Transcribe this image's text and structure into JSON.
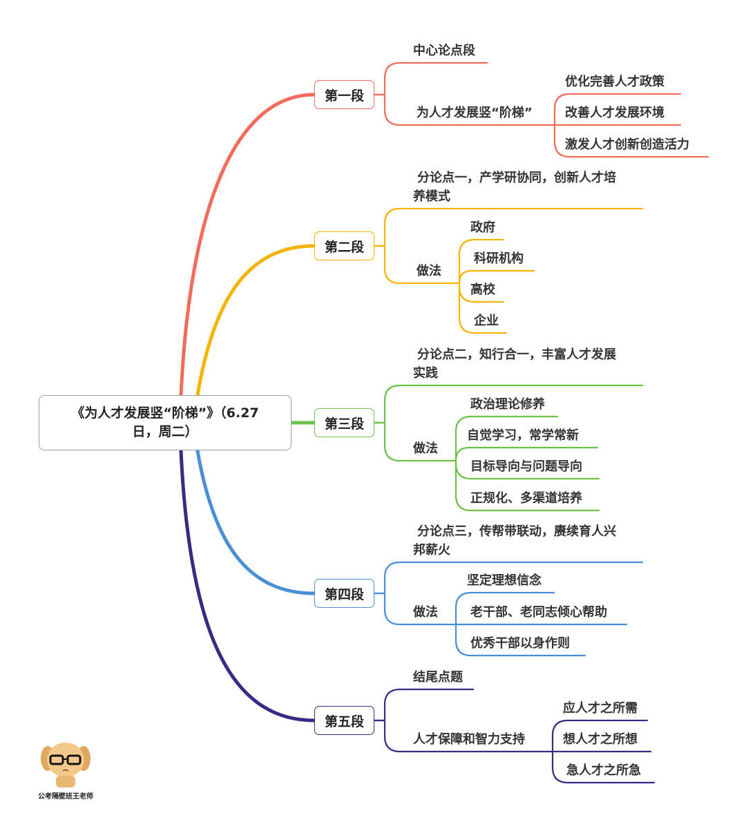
{
  "root": {
    "title": "《为人才发展竖“阶梯”》（6.27日，周二）"
  },
  "colors": {
    "p1": "#F26B5B",
    "p2": "#F5B400",
    "p3": "#6DC04B",
    "p4": "#4A8ED6",
    "p5": "#3B2A85"
  },
  "branches": [
    {
      "label": "第一段",
      "children": [
        {
          "label": "中心论点段"
        },
        {
          "label": "为人才发展竖“阶梯”",
          "children": [
            {
              "label": "优化完善人才政策"
            },
            {
              "label": "改善人才发展环境"
            },
            {
              "label": "激发人才创新创造活力"
            }
          ]
        }
      ]
    },
    {
      "label": "第二段",
      "children": [
        {
          "label": "分论点一，产学研协同，创新人才培",
          "label2": "养模式"
        },
        {
          "label": "做法",
          "children": [
            {
              "label": "政府"
            },
            {
              "label": "科研机构"
            },
            {
              "label": "高校"
            },
            {
              "label": "企业"
            }
          ]
        }
      ]
    },
    {
      "label": "第三段",
      "children": [
        {
          "label": "分论点二，知行合一，丰富人才发展",
          "label2": "实践"
        },
        {
          "label": "做法",
          "children": [
            {
              "label": "政治理论修养"
            },
            {
              "label": "自觉学习，常学常新"
            },
            {
              "label": "目标导向与问题导向"
            },
            {
              "label": "正规化、多渠道培养"
            }
          ]
        }
      ]
    },
    {
      "label": "第四段",
      "children": [
        {
          "label": "分论点三，传帮带联动，赓续育人兴",
          "label2": "邦薪火"
        },
        {
          "label": "做法",
          "children": [
            {
              "label": "坚定理想信念"
            },
            {
              "label": "老干部、老同志倾心帮助"
            },
            {
              "label": "优秀干部以身作则"
            }
          ]
        }
      ]
    },
    {
      "label": "第五段",
      "children": [
        {
          "label": "结尾点题"
        },
        {
          "label": "人才保障和智力支持",
          "children": [
            {
              "label": "应人才之所需"
            },
            {
              "label": "想人才之所想"
            },
            {
              "label": "急人才之所急"
            }
          ]
        }
      ]
    }
  ],
  "watermark": {
    "caption": "公考隔壁班王老师"
  }
}
